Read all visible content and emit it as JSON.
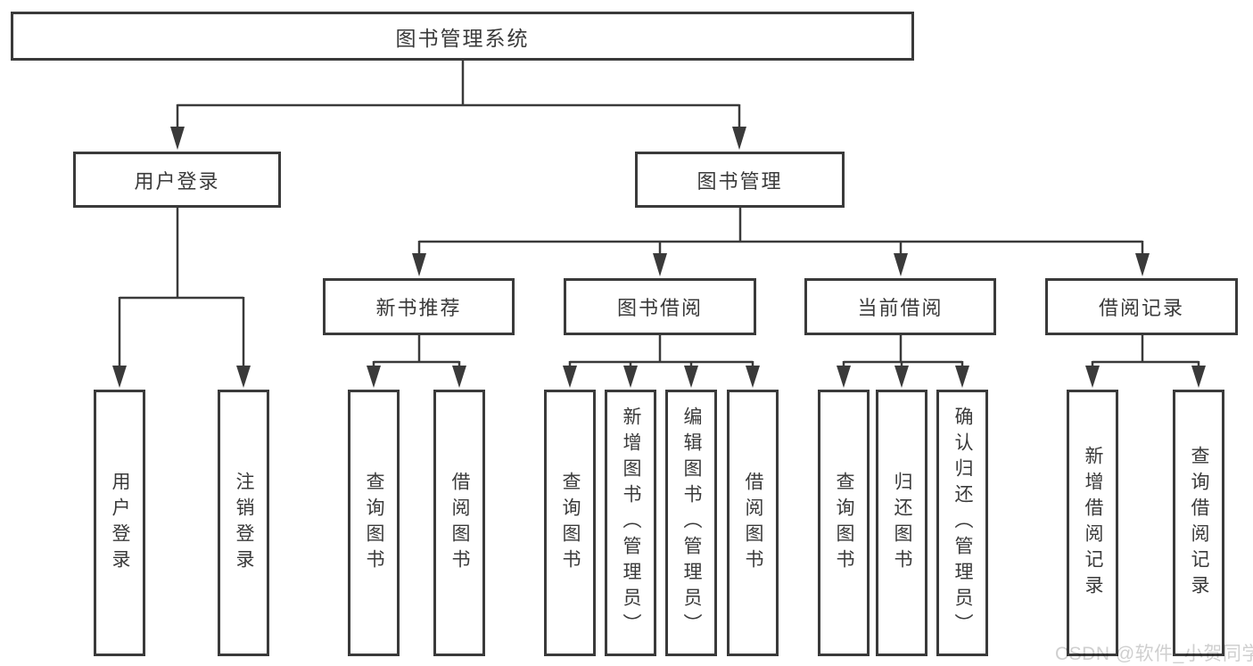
{
  "tree": {
    "root": {
      "label": "图书管理系统",
      "children": [
        {
          "label": "用户登录",
          "children": [
            {
              "label": "用户登录"
            },
            {
              "label": "注销登录"
            }
          ]
        },
        {
          "label": "图书管理",
          "children": [
            {
              "label": "新书推荐",
              "children": [
                {
                  "label": "查询图书"
                },
                {
                  "label": "借阅图书"
                }
              ]
            },
            {
              "label": "图书借阅",
              "children": [
                {
                  "label": "查询图书"
                },
                {
                  "label": "新增图书（管理员）"
                },
                {
                  "label": "编辑图书（管理员）"
                },
                {
                  "label": "借阅图书"
                }
              ]
            },
            {
              "label": "当前借阅",
              "children": [
                {
                  "label": "查询图书"
                },
                {
                  "label": "归还图书"
                },
                {
                  "label": "确认归还（管理员）"
                }
              ]
            },
            {
              "label": "借阅记录",
              "children": [
                {
                  "label": "新增借阅记录"
                },
                {
                  "label": "查询借阅记录"
                }
              ]
            }
          ]
        }
      ]
    }
  },
  "watermark": {
    "text": "CSDN @软件_小贺同学"
  },
  "colors": {
    "line": "#3a3a3a",
    "box_border": "#3a3a3a",
    "text": "#3a3a3a",
    "watermark": "#cfcfcf",
    "background": "#ffffff"
  }
}
